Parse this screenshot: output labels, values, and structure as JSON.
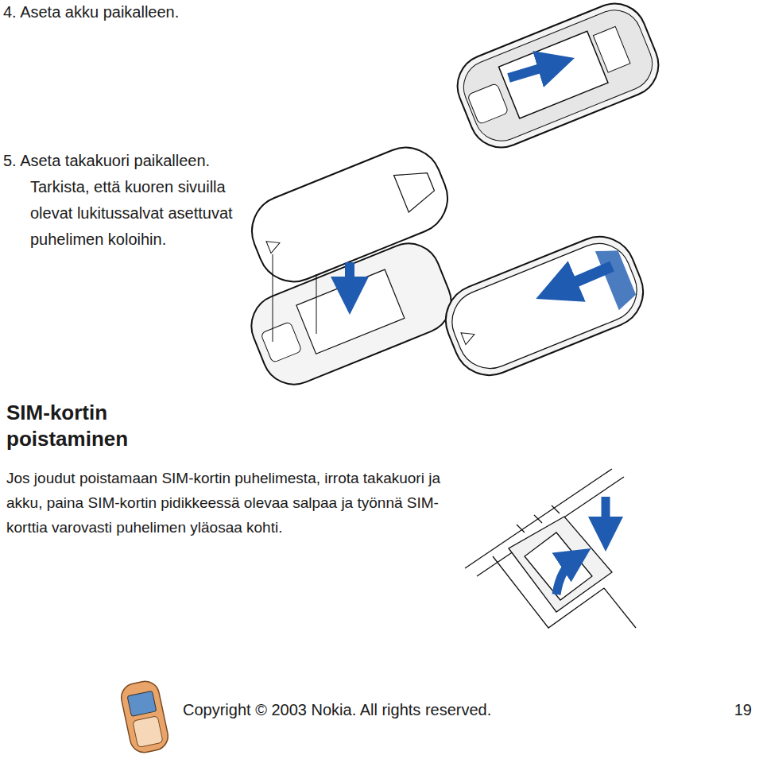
{
  "diagram": {
    "labels": [
      "4. Aseta akku paikalleen.",
      "5. Aseta takakuori paikalleen. Tarkista, että kuoren sivuilla olevat lukitussalvat asettuvat puhelimen koloihin.",
      "SIM-kortin poistaminen",
      "Jos joudut poistamaan SIM-kortin puhelimesta, irrota takakuori ja akku, paina SIM-kortin pidikkeessä olevaa salpaa ja työnnä SIM-korttia varovasti puhelimen yläosaa kohti.",
      "Copyright © 2003 Nokia. All rights reserved.",
      "19"
    ]
  }
}
